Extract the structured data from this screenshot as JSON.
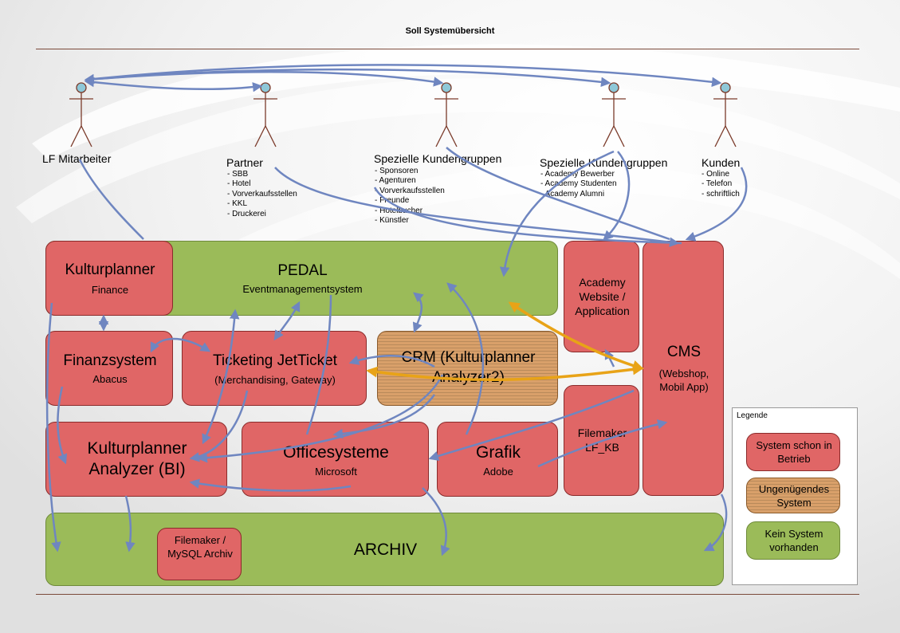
{
  "title": "Soll Systemübersicht",
  "actors": [
    {
      "name": "LF Mitarbeiter",
      "items": []
    },
    {
      "name": "Partner",
      "items": [
        "- SBB",
        "- Hotel",
        "- Vorverkaufsstellen",
        "- KKL",
        "- Druckerei"
      ]
    },
    {
      "name": "Spezielle Kundengruppen",
      "items": [
        "- Sponsoren",
        "- Agenturen",
        "- Vorverkaufsstellen",
        "- Freunde",
        "- Hotelbucher",
        "- Künstler"
      ]
    },
    {
      "name": "Spezielle Kundengruppen",
      "items": [
        "- Academy Bewerber",
        "- Academy Studenten",
        "- Academy Alumni"
      ]
    },
    {
      "name": "Kunden",
      "items": [
        "- Online",
        "- Telefon",
        "- schriftlich"
      ]
    }
  ],
  "systems": {
    "pedal": {
      "title": "PEDAL",
      "sub": "Eventmanagementsystem"
    },
    "kultur_finance": {
      "title": "Kulturplanner",
      "sub": "Finance"
    },
    "academy": {
      "title": "Academy Website / Application"
    },
    "cms": {
      "title": "CMS",
      "sub": "(Webshop, Mobil App)"
    },
    "finanz": {
      "title": "Finanzsystem",
      "sub": "Abacus"
    },
    "ticketing": {
      "title": "Ticketing JetTicket",
      "sub": "(Merchandising, Gateway)"
    },
    "crm": {
      "title": "CRM (Kulturplanner Analyzer2)"
    },
    "filemaker_kb": {
      "title": "Filemaker LF_KB"
    },
    "analyzer": {
      "title": "Kulturplanner Analyzer (BI)"
    },
    "office": {
      "title": "Officesysteme",
      "sub": "Microsoft"
    },
    "grafik": {
      "title": "Grafik",
      "sub": "Adobe"
    },
    "archiv": {
      "title": "ARCHIV"
    },
    "filemaker_archiv": {
      "title": "Filemaker / MySQL Archiv"
    }
  },
  "legend": {
    "title": "Legende",
    "items": [
      {
        "label": "System schon in Betrieb",
        "color": "#e06666"
      },
      {
        "label": "Ungenügendes System",
        "color": "#c8935f"
      },
      {
        "label": "Kein System vorhanden",
        "color": "#9bbb59"
      }
    ]
  },
  "colors": {
    "connector": "#6f86c0",
    "highlight": "#e8a317",
    "actor_head": "#8ec8d8"
  }
}
